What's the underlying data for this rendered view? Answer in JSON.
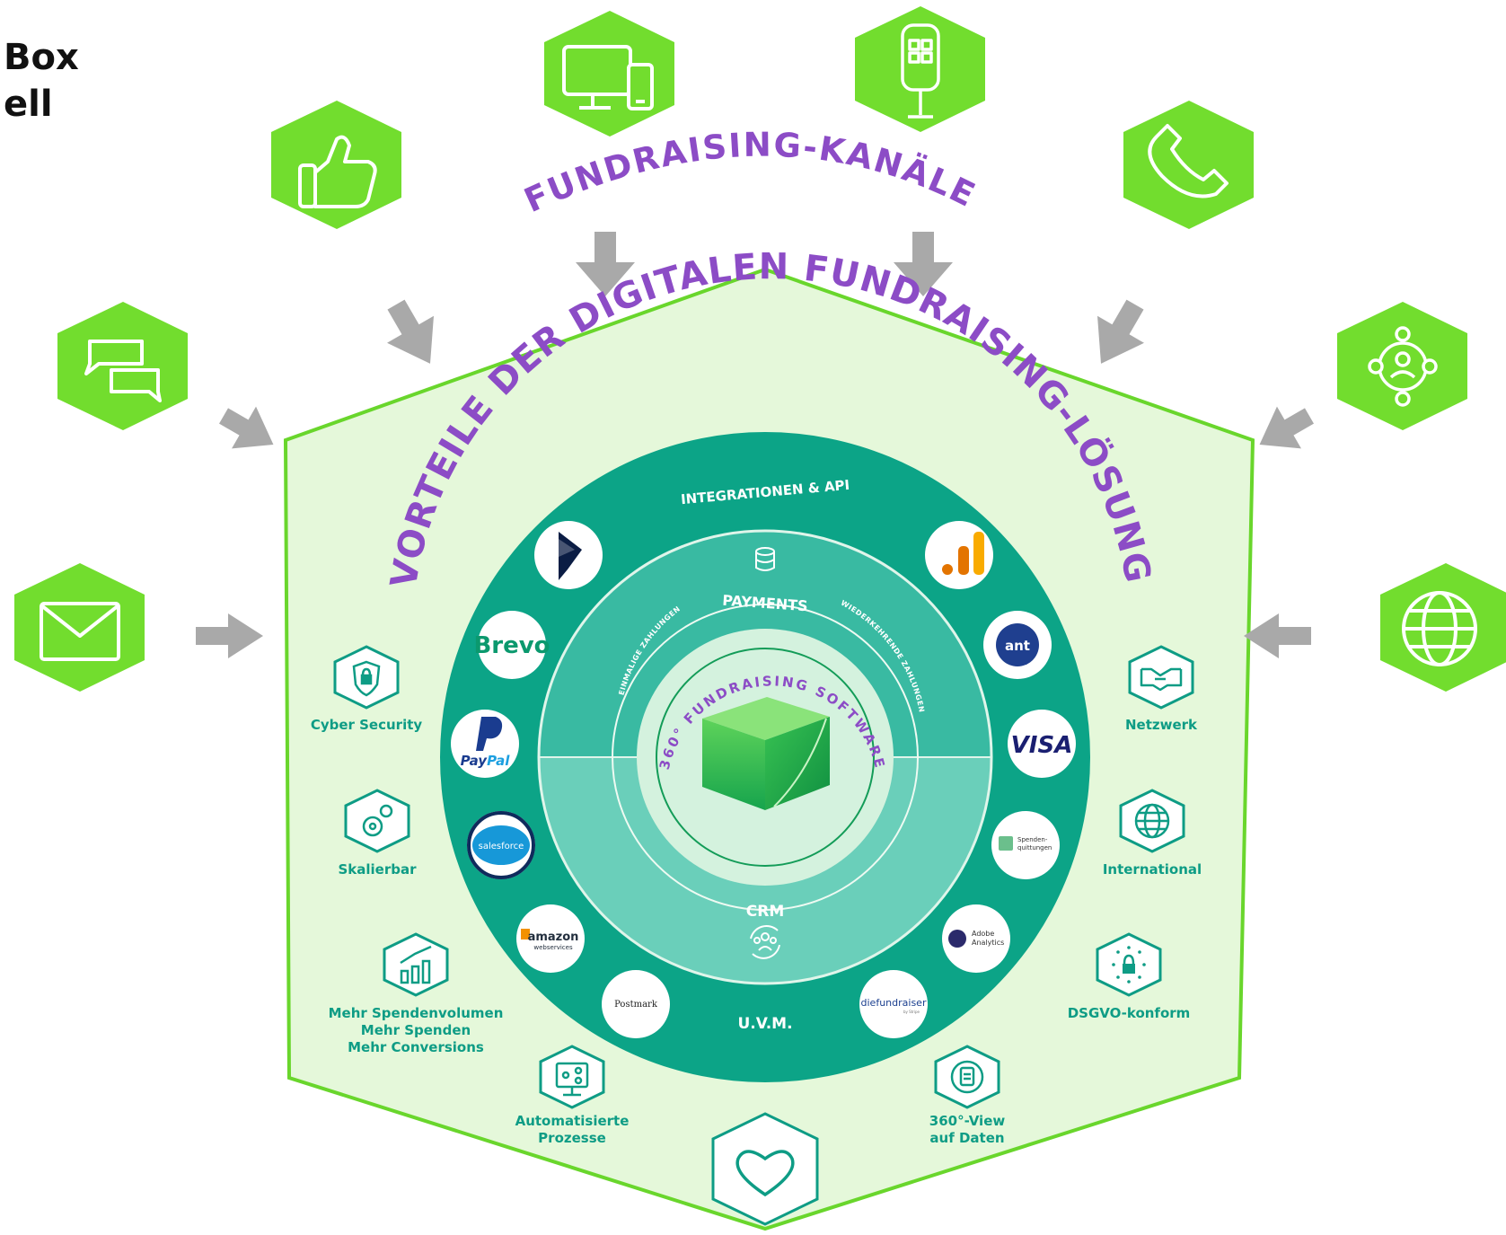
{
  "header": {
    "line1": "Box",
    "line2": "ell"
  },
  "outer_arc_title": "FUNDRAISING-KANÄLE",
  "hex_arc_title": "VORTEILE DER DIGITALEN FUNDRAISING-LÖSUNG",
  "inner_arc_title": "360° FUNDRAISING SOFTWARE",
  "ring_top_label": "INTEGRATIONEN & API",
  "ring_bottom_label": "U.V.M.",
  "payments": {
    "label": "PAYMENTS",
    "left_arc": "EINMALIGE ZAHLUNGEN",
    "right_arc": "WIEDERKEHRENDE ZAHLUNGEN"
  },
  "crm": {
    "label": "CRM"
  },
  "channels": [
    {
      "icon": "monitor-mobile-icon"
    },
    {
      "icon": "qr-terminal-icon"
    },
    {
      "icon": "thumbs-up-icon"
    },
    {
      "icon": "phone-icon"
    },
    {
      "icon": "chat-icon"
    },
    {
      "icon": "network-person-icon"
    },
    {
      "icon": "mail-icon"
    },
    {
      "icon": "globe-icon"
    }
  ],
  "integrations": {
    "dynamics": "dynamics-logo-icon",
    "analytics": "google-analytics-icon",
    "brevo": "Brevo",
    "ant": "ant",
    "paypal_pay": "Pay",
    "paypal_pal": "Pal",
    "visa": "VISA",
    "salesforce": "salesforce",
    "spenden_line1": "Spenden-",
    "spenden_line2": "quittungen",
    "amazon_line1": "amazon",
    "amazon_line2": "webservices",
    "adobe_line1": "Adobe",
    "adobe_line2": "Analytics",
    "postmark": "Postmark",
    "diefundraiser": "diefundraiser",
    "diefundraiser_sub": "by Stripe"
  },
  "benefits": {
    "cyber": "Cyber Security",
    "skalierbar": "Skalierbar",
    "mehr1": "Mehr Spendenvolumen",
    "mehr2": "Mehr Spenden",
    "mehr3": "Mehr Conversions",
    "auto1": "Automatisierte",
    "auto2": "Prozesse",
    "netzwerk": "Netzwerk",
    "international": "International",
    "dsgvo": "DSGVO-konform",
    "view1": "360°-View",
    "view2": "auf Daten"
  },
  "colors": {
    "channel_green": "#72dd2e",
    "hex_fill": "#e5f8da",
    "hex_stroke": "#69d62c",
    "ring_dark": "#0ca487",
    "payments_teal": "#39baa2",
    "crm_teal": "#6acfba",
    "accent_purple": "#8c4cc6",
    "benefit_teal": "#0e9c85",
    "arrow_gray": "#a9a9a9"
  }
}
